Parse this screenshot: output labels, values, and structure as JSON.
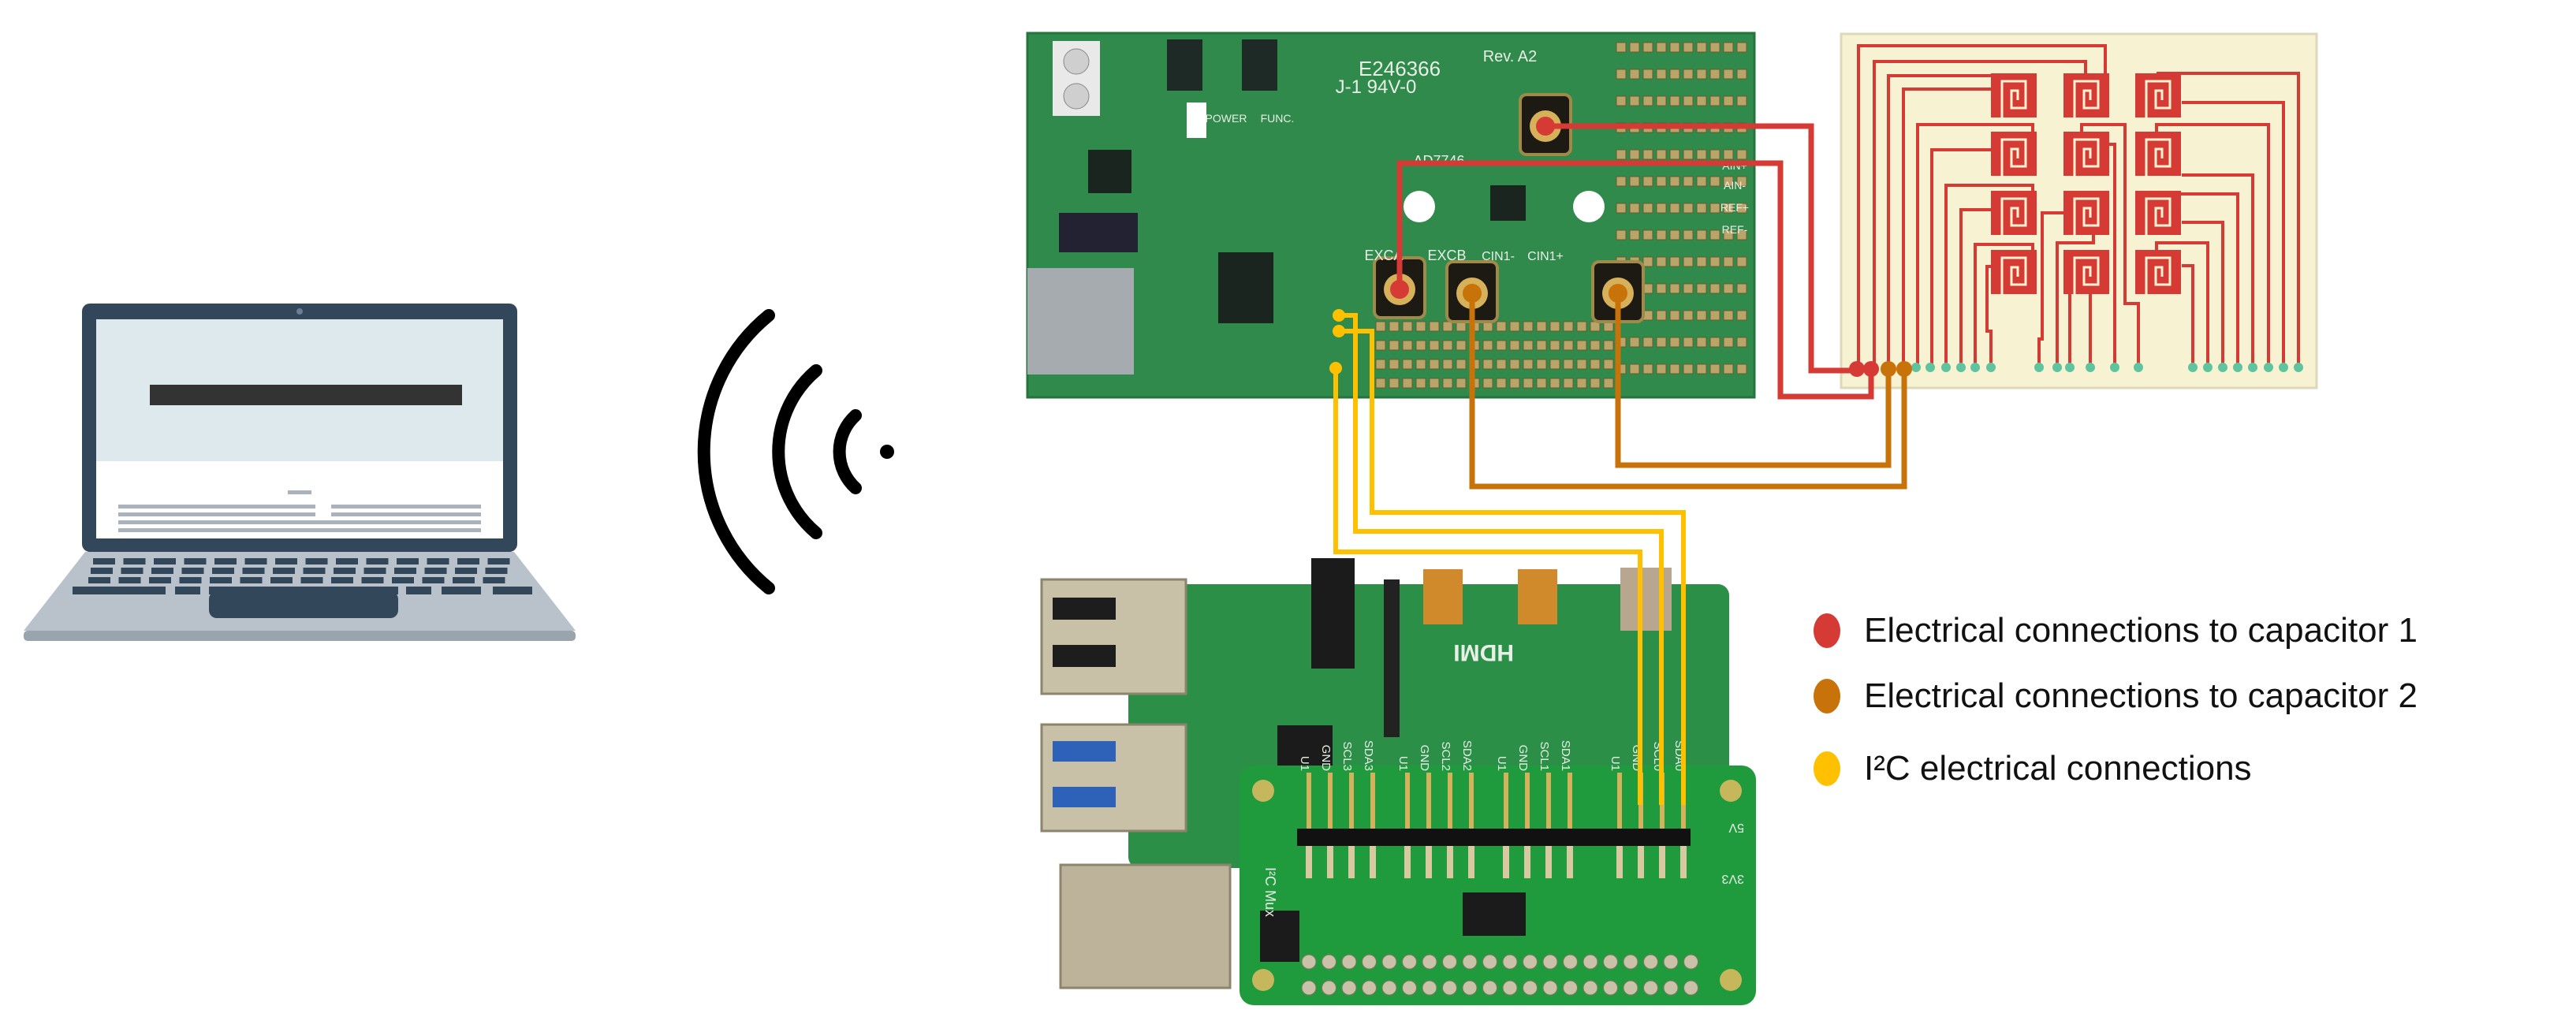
{
  "colors": {
    "capacitor1": "#d63a34",
    "capacitor2": "#c8720a",
    "i2c": "#ffc000",
    "pcb_green": "#2f8a4c",
    "sensor_panel": "#f7f3d2",
    "laptop_dark": "#33475b",
    "laptop_body": "#b9c2ca"
  },
  "icons": {
    "laptop": "laptop-icon",
    "wireless": "wireless-signal-icon"
  },
  "evaluation_board": {
    "markings": [
      "E246366",
      "Rev. A2",
      "J-1 94V-0",
      "AD7746",
      "EXCA",
      "EXCB",
      "CIN1-",
      "CIN1+",
      "POWER",
      "FUNC.",
      "AIN+",
      "AIN-",
      "REF+",
      "REF-"
    ]
  },
  "mux_board": {
    "pin_labels": [
      "U1",
      "GND",
      "SCL3",
      "SDA3",
      "U1",
      "GND",
      "SCL2",
      "SDA2",
      "U1",
      "GND",
      "SCL1",
      "SDA1",
      "U1",
      "GND",
      "SCL0",
      "SDA0"
    ],
    "markings": [
      "I²C Mux",
      "5V",
      "3V3",
      "HDMI"
    ]
  },
  "legend": {
    "items": [
      {
        "label": "Electrical connections to capacitor 1",
        "color": "#d63a34"
      },
      {
        "label": "Electrical connections to capacitor 2",
        "color": "#c8720a"
      },
      {
        "label": "I²C electrical connections",
        "color": "#ffc000"
      }
    ]
  }
}
